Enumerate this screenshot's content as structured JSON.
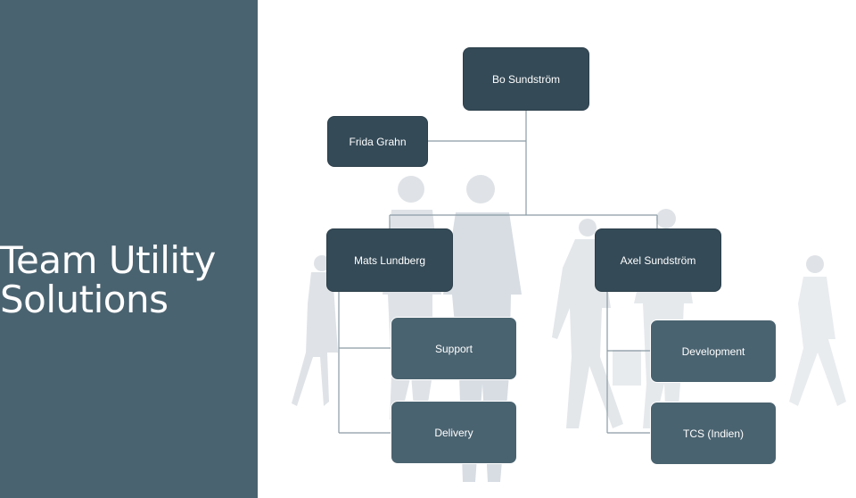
{
  "slide": {
    "title": "Team Utility\nSolutions"
  },
  "org": {
    "ceo": "Bo Sundström",
    "assistant": "Frida Grahn",
    "left_manager": "Mats Lundberg",
    "right_manager": "Axel Sundström",
    "left_units": [
      "Support",
      "Delivery"
    ],
    "right_units": [
      "Development",
      "TCS (Indien)"
    ]
  },
  "colors": {
    "panel": "#4a6370",
    "box_dark": "#344a57",
    "box_mid": "#4a6370",
    "connector": "#8a9ba5"
  }
}
